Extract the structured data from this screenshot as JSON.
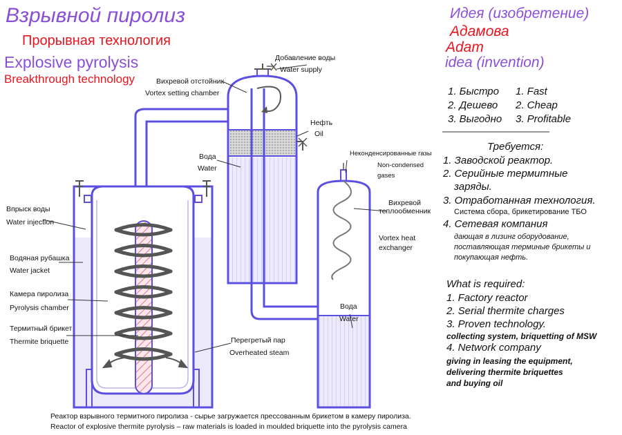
{
  "titles": {
    "ru_main": "Взрывной пиролиз",
    "ru_sub": "Прорывная технология",
    "en_main": "Explosive pyrolysis",
    "en_sub": "Breakthrough technology"
  },
  "idea": {
    "line1": "Идея (изобретение)",
    "line2": "Адамова",
    "line3": "Adam",
    "line4": "idea (invention)"
  },
  "benefits_ru": [
    "1. Быстро",
    "2. Дешево",
    "3. Выгодно"
  ],
  "benefits_en": [
    "1. Fast",
    "2. Cheap",
    "3. Profitable"
  ],
  "required_ru": {
    "heading": "Требуется:",
    "item1": "1. Заводской реактор.",
    "item2a": "2. Серийные термитные",
    "item2b": "заряды.",
    "item3": "3. Отработанная технология.",
    "item3_note": "Система сбора, брикетирование ТБО",
    "item4": "4. Сетевая компания",
    "item4_note1": "дающая в лизинг оборудование,",
    "item4_note2": "поставляющая терминые брикеты и",
    "item4_note3": "покупающая нефть."
  },
  "required_en": {
    "heading": "What is required:",
    "item1": "1. Factory reactor",
    "item2": "2. Serial thermite charges",
    "item3": "3. Proven technology.",
    "item3_note": "collecting system, briquetting of MSW",
    "item4": "4. Network company",
    "item4_note1": "giving in leasing the equipment,",
    "item4_note2": "delivering thermite briquettes",
    "item4_note3": "and buying oil"
  },
  "labels": {
    "water_supply_ru": "Добавление воды",
    "water_supply_en": "Water  supply",
    "vortex_settling_ru": "Вихревой отстойник",
    "vortex_settling_en": "Vortex setting chamber",
    "oil_ru": "Нефть",
    "oil_en": "Oil",
    "water_ru": "Вода",
    "water_en": "Water",
    "noncond_ru": "Неконденсированные газы",
    "noncond_en1": "Non-condensed",
    "noncond_en2": "gases",
    "vortex_hx_ru1": "Вихревой",
    "vortex_hx_ru2": "теплообменник",
    "vortex_hx_en1": "Vortex heat",
    "vortex_hx_en2": "exchanger",
    "water2_ru": "Вода",
    "water2_en": "Water",
    "injection_ru": "Впрыск воды",
    "injection_en": "Water injection",
    "jacket_ru": "Водяная рубашка",
    "jacket_en": "Water jacket",
    "chamber_ru": "Камера пиролиза",
    "chamber_en": "Pyrolysis chamber",
    "briquette_ru": "Термитный брикет",
    "briquette_en": "Thermite briquette",
    "steam_ru": "Перегретый пар",
    "steam_en": "Overheated steam"
  },
  "caption": {
    "ru": "Реактор взрывного термитного пиролиза - сырье загружается прессованным брикетом в камеру пиролиза.",
    "en": "Reactor of explosive thermite pyrolysis – raw materials is loaded in  moulded briquette into the pyrolysis camera"
  },
  "colors": {
    "title_purple": "#8a4fd8",
    "title_red": "#e8141e",
    "outline": "#5b4fe0",
    "water_fill": "#e8e4fb",
    "briquette": "#e9a8b8"
  }
}
